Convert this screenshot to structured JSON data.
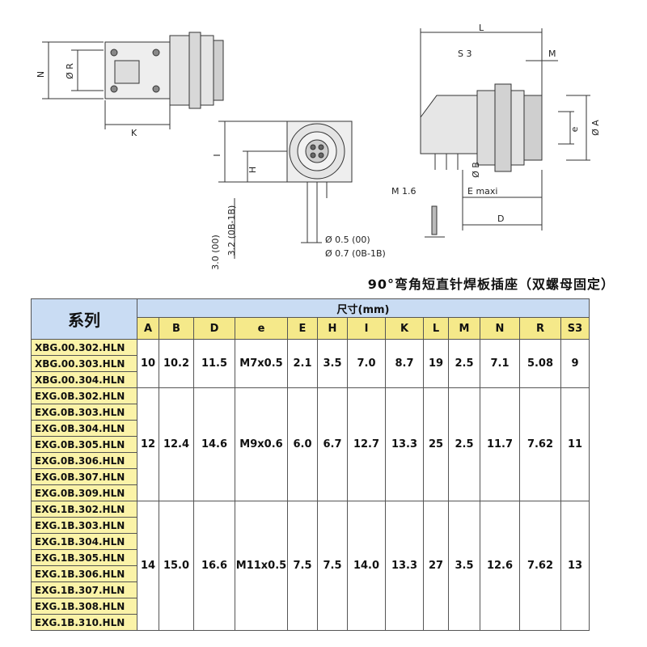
{
  "drawings": {
    "labels": {
      "N": "N",
      "R": "Ø R",
      "K": "K",
      "I": "I",
      "H": "H",
      "dim_00": "3.0 (00)",
      "dim_0B1B": "3.2 (0B-1B)",
      "pin_00": "Ø 0.5 (00)",
      "pin_0B1B": "Ø 0.7 (0B-1B)",
      "L": "L",
      "S3": "S 3",
      "M": "M",
      "e": "e",
      "A": "Ø A",
      "B": "Ø B",
      "M16": "M 1.6",
      "E": "E maxi",
      "D": "D"
    }
  },
  "title": "90°弯角短直针焊板插座（双螺母固定）",
  "table": {
    "series_header": "系列",
    "unit_header": "尺寸(mm)",
    "columns": [
      "A",
      "B",
      "D",
      "e",
      "E",
      "H",
      "I",
      "K",
      "L",
      "M",
      "N",
      "R",
      "S3"
    ],
    "groups": [
      {
        "models": [
          "XBG.00.302.HLN",
          "XBG.00.303.HLN",
          "XBG.00.304.HLN"
        ],
        "values": [
          "10",
          "10.2",
          "11.5",
          "M7x0.5",
          "2.1",
          "3.5",
          "7.0",
          "8.7",
          "19",
          "2.5",
          "7.1",
          "5.08",
          "9"
        ]
      },
      {
        "models": [
          "EXG.0B.302.HLN",
          "EXG.0B.303.HLN",
          "EXG.0B.304.HLN",
          "EXG.0B.305.HLN",
          "EXG.0B.306.HLN",
          "EXG.0B.307.HLN",
          "EXG.0B.309.HLN"
        ],
        "values": [
          "12",
          "12.4",
          "14.6",
          "M9x0.6",
          "6.0",
          "6.7",
          "12.7",
          "13.3",
          "25",
          "2.5",
          "11.7",
          "7.62",
          "11"
        ]
      },
      {
        "models": [
          "EXG.1B.302.HLN",
          "EXG.1B.303.HLN",
          "EXG.1B.304.HLN",
          "EXG.1B.305.HLN",
          "EXG.1B.306.HLN",
          "EXG.1B.307.HLN",
          "EXG.1B.308.HLN",
          "EXG.1B.310.HLN"
        ],
        "values": [
          "14",
          "15.0",
          "16.6",
          "M11x0.5",
          "7.5",
          "7.5",
          "14.0",
          "13.3",
          "27",
          "3.5",
          "12.6",
          "7.62",
          "13"
        ]
      }
    ]
  }
}
